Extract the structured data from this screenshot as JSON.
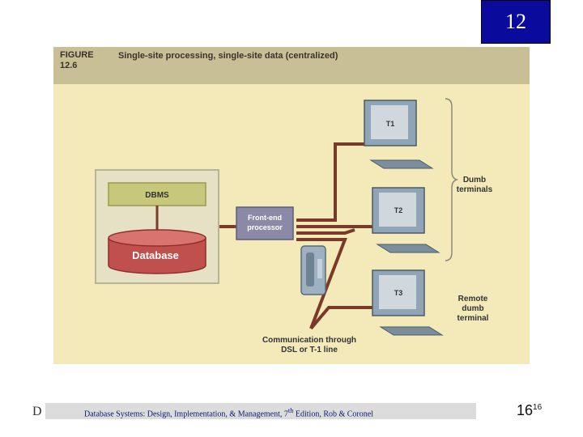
{
  "slide": {
    "chapter_number": "12",
    "footer_cut_letter": "D",
    "footer_text_before": "Database Systems: Design, Implementation, & Management, 7",
    "footer_superscript": "th",
    "footer_text_after": " Edition, Rob & Coronel",
    "page_number": "16",
    "page_number_superscript": "16"
  },
  "figure": {
    "label_line1": "FIGURE",
    "label_line2": "12.6",
    "title": "Single-site processing, single-site data (centralized)",
    "dbms_label": "DBMS",
    "database_label": "Database",
    "frontend_line1": "Front-end",
    "frontend_line2": "processor",
    "terminals": [
      "T1",
      "T2",
      "T3"
    ],
    "dumb_line1": "Dumb",
    "dumb_line2": "terminals",
    "remote_line1": "Remote",
    "remote_line2": "dumb",
    "remote_line3": "terminal",
    "comm_line1": "Communication through",
    "comm_line2": "DSL or T-1 line"
  },
  "colors": {
    "badge": "#0a0a9c",
    "figure_bg": "#f4e9b9",
    "header_bg": "#c9bf96",
    "cable": "#7a3a2a",
    "dbms_box": "#c8c87a",
    "database_fill": "#c0504d",
    "frontend_box": "#8a8aa8"
  }
}
